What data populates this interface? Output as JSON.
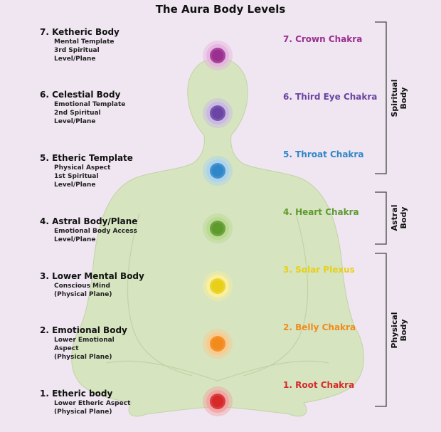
{
  "title": "The Aura Body Levels",
  "colors": {
    "background": "#efe6f1",
    "silhouette": "#d6e4bf",
    "silhouette_stroke": "#c2d3a6"
  },
  "body_levels": [
    {
      "title": "7. Ketheric Body",
      "description": "Mental Template\n3rd Spiritual\nLevel/Plane"
    },
    {
      "title": "6. Celestial Body",
      "description": "Emotional Template\n2nd Spiritual\nLevel/Plane"
    },
    {
      "title": "5. Etheric Template",
      "description": "Physical Aspect\n1st Spiritual\nLevel/Plane"
    },
    {
      "title": "4. Astral Body/Plane",
      "description": "Emotional Body Access\nLevel/Plane"
    },
    {
      "title": "3. Lower Mental Body",
      "description": "Conscious Mind\n(Physical Plane)"
    },
    {
      "title": "2. Emotional Body",
      "description": "Lower Emotional\nAspect\n(Physical Plane)"
    },
    {
      "title": "1. Etheric body",
      "description": "Lower Etheric Aspect\n(Physical Plane)"
    }
  ],
  "chakras": [
    {
      "label": "7. Crown Chakra",
      "color": "#9b2f8f",
      "glow": "#e6b3df"
    },
    {
      "label": "6. Third Eye Chakra",
      "color": "#6a45a3",
      "glow": "#c9b6e6"
    },
    {
      "label": "5. Throat Chakra",
      "color": "#2f86c8",
      "glow": "#a9d2f0"
    },
    {
      "label": "4. Heart Chakra",
      "color": "#5e9a2e",
      "glow": "#b8d98f"
    },
    {
      "label": "3. Solar Plexus",
      "color": "#e8d01a",
      "glow": "#fbf09a"
    },
    {
      "label": "2. Belly Chakra",
      "color": "#f28a1c",
      "glow": "#fbc98d"
    },
    {
      "label": "1. Root Chakra",
      "color": "#d62a2a",
      "glow": "#f2a2a2"
    }
  ],
  "groups": [
    {
      "label": "Spiritual\nBody"
    },
    {
      "label": "Astral\nBody"
    },
    {
      "label": "Physical\nBody"
    }
  ]
}
